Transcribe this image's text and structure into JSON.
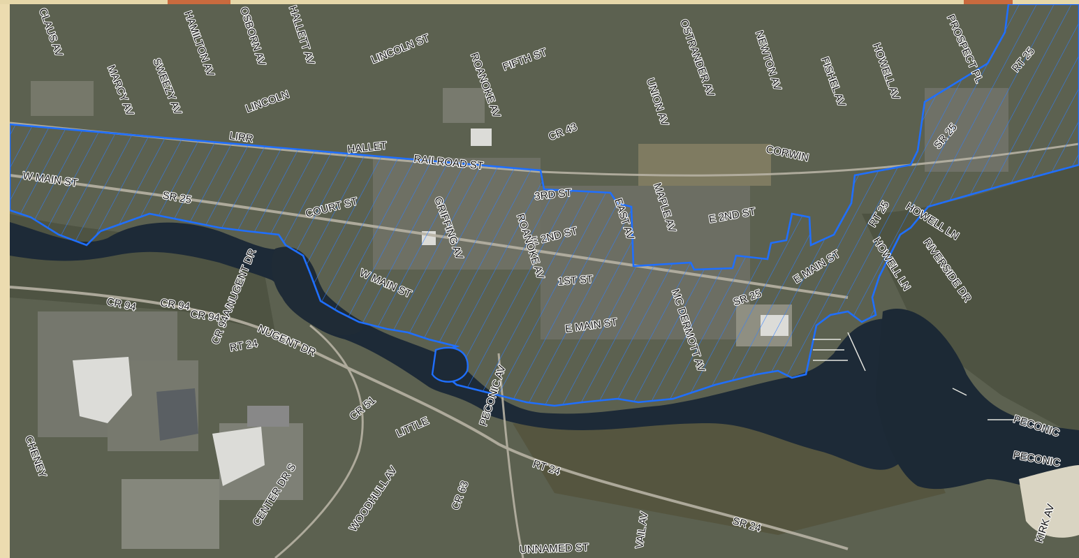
{
  "map": {
    "colors": {
      "frame": "#e9dfb0",
      "frame_accent": "#c96a3e",
      "zone_outline": "#1f6fff",
      "water": "#1e2b38",
      "land": "#5f6450"
    },
    "streets": [
      "CLAUS AV",
      "MARCY AV",
      "SWEEZY AV",
      "HAMILTON AV",
      "OSBORN AV",
      "HALLETT AV",
      "LINCOLN ST",
      "LINCOLN",
      "ROANOKE AV",
      "FIFTH ST",
      "OSTRANDER AV",
      "NEWTON AV",
      "FISHEL AV",
      "HOWELL AV",
      "PROSPECT PL",
      "RT 25",
      "UNION AV",
      "CR 43",
      "LIRR",
      "HALLET",
      "RAILROAD ST",
      "CORWIN",
      "SR 25",
      "W MAIN ST",
      "SR 25",
      "COURT ST",
      "3RD ST",
      "GRIFFING AV",
      "EAST AV",
      "MAPLE AV",
      "E 2ND ST",
      "E 2ND ST",
      "RT 25",
      "HOWELL LN",
      "RIVERSIDE DR",
      "ROANOKE AV",
      "CR 94A/NUGENT DR",
      "W MAIN ST",
      "1ST ST",
      "MC DERMOTT AV",
      "SR 25",
      "E MAIN ST",
      "HOWELL LN",
      "CR 94",
      "CR 94",
      "E MAIN ST",
      "CR 94",
      "RT 24",
      "NUGENT DR",
      "PECONIC AV",
      "PECONIC",
      "PECONIC",
      "CR 51",
      "LITTLE",
      "CHENEY",
      "CENTER DR S",
      "WOODHULL AV",
      "CR 63",
      "RT 24",
      "VAIL AV",
      "SR 24",
      "UNNAMED ST",
      "KIRK AV"
    ]
  }
}
